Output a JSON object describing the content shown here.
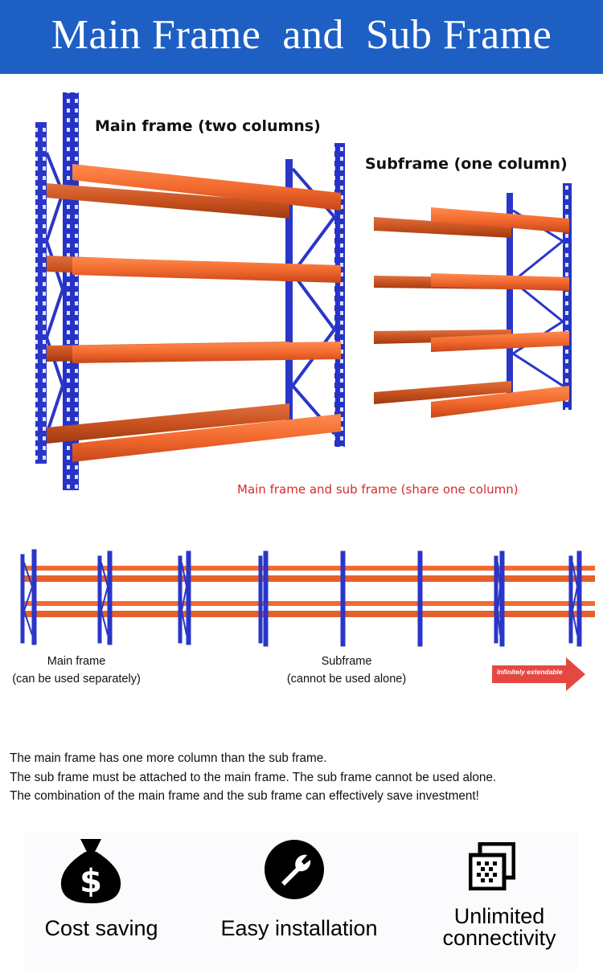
{
  "banner": {
    "title": "Main Frame  and  Sub Frame",
    "color": "#1e5fc4"
  },
  "colors": {
    "upright": "#2a36c8",
    "beam": "#f26a2e",
    "note": "#d62b2b"
  },
  "labels": {
    "main_frame": "Main frame (two columns)",
    "subframe": "Subframe (one column)",
    "share_note": "Main frame and sub frame (share one column)"
  },
  "row": {
    "main_title": "Main frame",
    "main_sub": "(can be used separately)",
    "sub_title": "Subframe",
    "sub_sub": "(cannot be used alone)",
    "extend_label": "Infinitely extendable"
  },
  "description": [
    "The main frame has one more column than the sub frame.",
    "The sub frame must be attached to the main frame. The sub frame cannot be used alone.",
    "The combination of the main frame and the sub frame can effectively save investment!"
  ],
  "features": [
    {
      "icon": "money-bag-icon",
      "label": "Cost saving"
    },
    {
      "icon": "wrench-icon",
      "label": "Easy installation"
    },
    {
      "icon": "connectivity-grid-icon",
      "label_line1": "Unlimited",
      "label_line2": "connectivity"
    }
  ]
}
